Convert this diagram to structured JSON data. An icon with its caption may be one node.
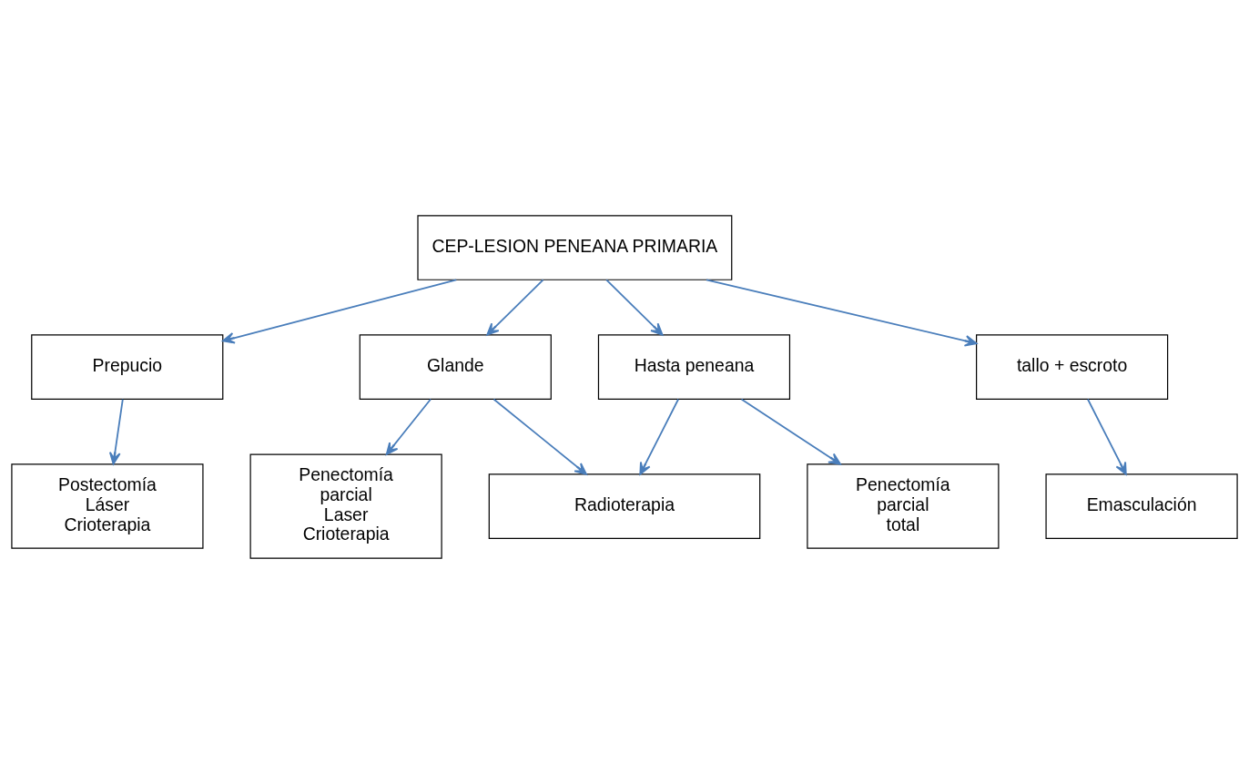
{
  "diagram": {
    "nodes": [
      {
        "text": [
          "CEP-LESION PENEANA PRIMARIA"
        ]
      },
      {
        "text": [
          "Prepucio"
        ]
      },
      {
        "text": [
          "Glande"
        ]
      },
      {
        "text": [
          "Hasta peneana"
        ]
      },
      {
        "text": [
          "tallo + escroto"
        ]
      },
      {
        "text": [
          "Radioterapia"
        ]
      },
      {
        "text": [
          "Postectomía",
          "Láser",
          "Crioterapia"
        ]
      },
      {
        "text": [
          "Penectomía",
          "parcial",
          "Laser",
          "Crioterapia"
        ]
      },
      {
        "text": [
          "Penectomía",
          "parcial",
          "total"
        ]
      },
      {
        "text": [
          "Emasculación"
        ]
      }
    ],
    "edges": [
      {
        "from": 0,
        "to": 1,
        "arrow": "to"
      },
      {
        "from": 0,
        "to": 2,
        "arrow": "to"
      },
      {
        "from": 0,
        "to": 3,
        "arrow": "to"
      },
      {
        "from": 0,
        "to": 4,
        "arrow": "to"
      },
      {
        "from": 1,
        "to": 6,
        "arrow": "to"
      },
      {
        "from": 2,
        "to": 7,
        "arrow": "to"
      },
      {
        "from": 2,
        "to": 5,
        "arrow": "to"
      },
      {
        "from": 3,
        "to": 5,
        "arrow": "to"
      },
      {
        "from": 3,
        "to": 8,
        "arrow": "to"
      },
      {
        "from": 4,
        "to": 9,
        "arrow": "to"
      }
    ]
  }
}
